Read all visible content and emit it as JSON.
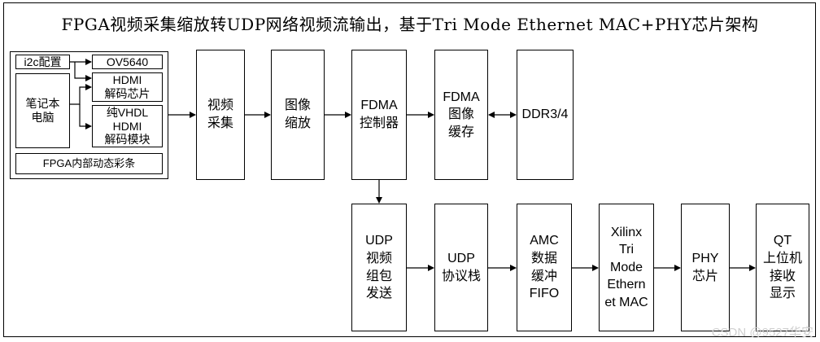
{
  "title": "FPGA视频采集缩放转UDP网络视频流输出，基于Tri Mode Ethernet MAC+PHY芯片架构",
  "sources": {
    "i2c": "i2c配置",
    "ov5640": "OV5640",
    "laptop": "笔记本\n电脑",
    "hdmi_chip": "HDMI\n解码芯片",
    "vhdl_hdmi": "纯VHDL\nHDMI\n解码模块",
    "internal": "FPGA内部动态彩条"
  },
  "row1": {
    "capture": "视频\n采集",
    "scale": "图像\n缩放",
    "fdma_ctrl": "FDMA\n控制器",
    "fdma_buf": "FDMA\n图像\n缓存",
    "ddr": "DDR3/4"
  },
  "row2": {
    "udp_pack": "UDP\n视频\n组包\n发送",
    "udp_stack": "UDP\n协议栈",
    "amc_fifo": "AMC\n数据\n缓冲\nFIFO",
    "xilinx_mac": "Xilinx\nTri\nMode\nEthern\net MAC",
    "phy": "PHY\n芯片",
    "qt": "QT\n上位机\n接收\n显示"
  },
  "watermark": "CSDN @9527华安"
}
